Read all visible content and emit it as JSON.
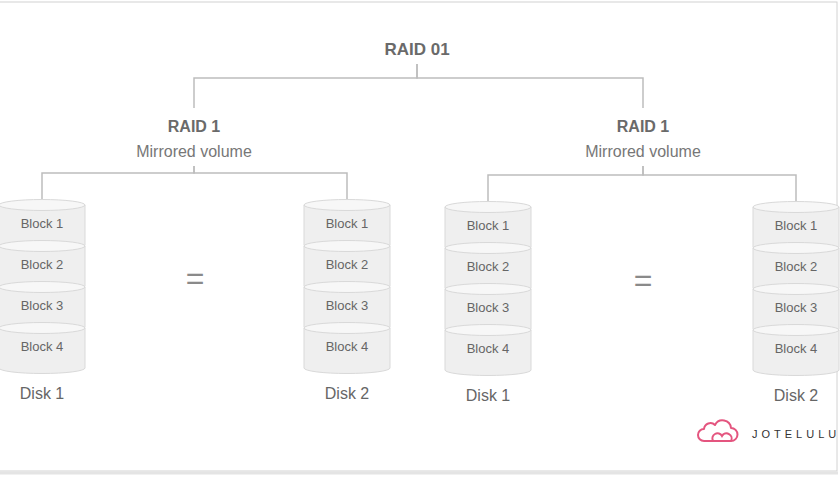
{
  "diagram": {
    "nodes": [
      {
        "text": [
          "RAID 01"
        ]
      },
      {
        "text": [
          "RAID 1",
          "Mirrored volume"
        ]
      },
      {
        "text": [
          "RAID 1",
          "Mirrored volume"
        ]
      },
      {
        "text": [
          "Disk 1"
        ]
      },
      {
        "text": [
          "Block 1"
        ],
        "in": 3
      },
      {
        "text": [
          "Block 2"
        ],
        "in": 3
      },
      {
        "text": [
          "Block 3"
        ],
        "in": 3
      },
      {
        "text": [
          "Block 4"
        ],
        "in": 3
      },
      {
        "text": [
          "Disk 2"
        ]
      },
      {
        "text": [
          "Block 1"
        ],
        "in": 8
      },
      {
        "text": [
          "Block 2"
        ],
        "in": 8
      },
      {
        "text": [
          "Block 3"
        ],
        "in": 8
      },
      {
        "text": [
          "Block 4"
        ],
        "in": 8
      },
      {
        "text": [
          "Disk 1"
        ]
      },
      {
        "text": [
          "Block 1"
        ],
        "in": 13
      },
      {
        "text": [
          "Block 2"
        ],
        "in": 13
      },
      {
        "text": [
          "Block 3"
        ],
        "in": 13
      },
      {
        "text": [
          "Block 4"
        ],
        "in": 13
      },
      {
        "text": [
          "Disk 2"
        ]
      },
      {
        "text": [
          "Block 1"
        ],
        "in": 18
      },
      {
        "text": [
          "Block 2"
        ],
        "in": 18
      },
      {
        "text": [
          "Block 3"
        ],
        "in": 18
      },
      {
        "text": [
          "Block 4"
        ],
        "in": 18
      }
    ],
    "edges": [
      {
        "from": 0,
        "to": 1,
        "arrow": "none"
      },
      {
        "from": 0,
        "to": 2,
        "arrow": "none"
      },
      {
        "from": 1,
        "to": 3,
        "arrow": "none"
      },
      {
        "from": 1,
        "to": 8,
        "arrow": "none"
      },
      {
        "from": 2,
        "to": 13,
        "arrow": "none"
      },
      {
        "from": 2,
        "to": 18,
        "arrow": "none"
      }
    ],
    "labels": [
      "=",
      "=",
      "JOTELULU"
    ]
  }
}
